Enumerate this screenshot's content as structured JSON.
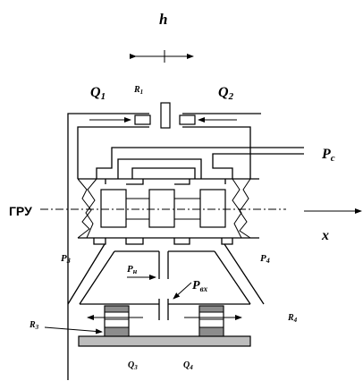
{
  "labels": {
    "h": "h",
    "q1": "Q",
    "q1_sub": "1",
    "q2": "Q",
    "q2_sub": "2",
    "r1": "R",
    "r1_sub": "1",
    "pc": "P",
    "pc_sub": "c",
    "gru": "ГРУ",
    "x": "x",
    "p3": "P",
    "p3_sub": "3",
    "p4": "P",
    "p4_sub": "4",
    "pn": "P",
    "pn_sub": "н",
    "pvx": "P",
    "pvx_sub": "вх",
    "r3": "R",
    "r3_sub": "3",
    "r4": "R",
    "r4_sub": "4",
    "q3": "Q",
    "q3_sub": "3",
    "q4": "Q",
    "q4_sub": "4"
  },
  "colors": {
    "line": "#000000",
    "hatch": "#8c8c8c",
    "base_plate": "#bdbdbd"
  }
}
